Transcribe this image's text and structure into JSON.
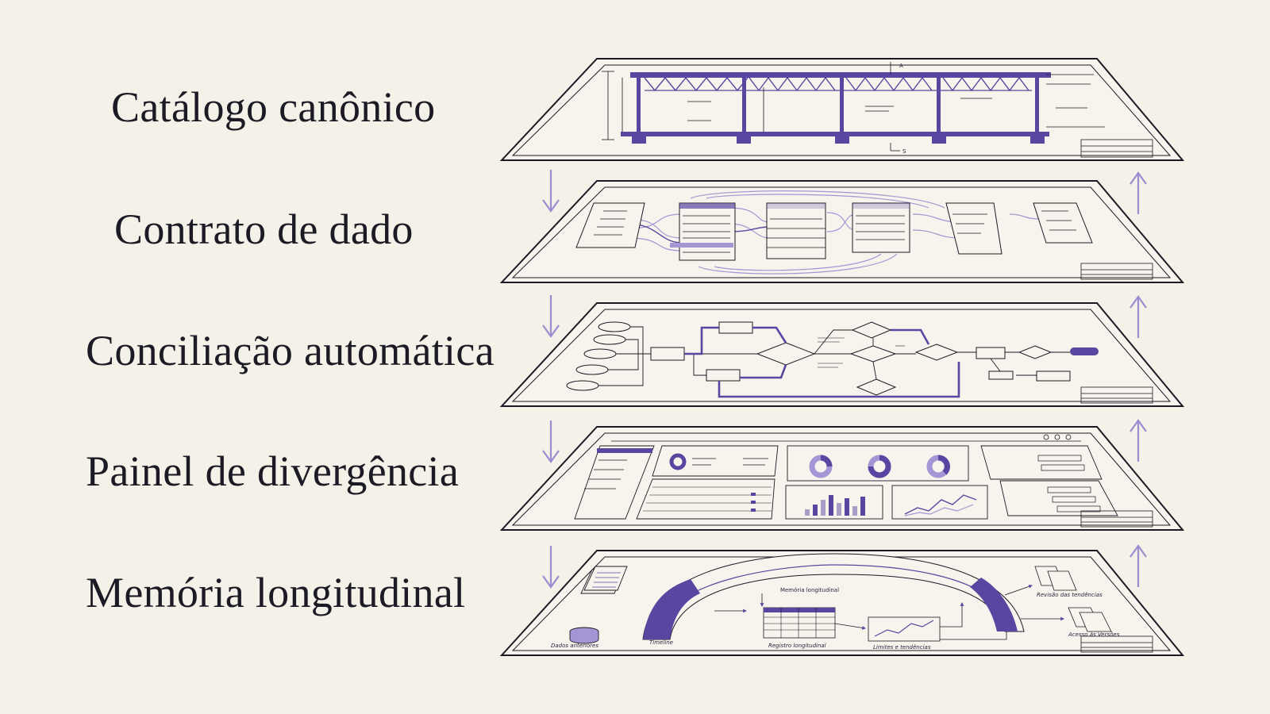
{
  "layers": [
    {
      "label": "Catálogo canônico"
    },
    {
      "label": "Contrato de dado"
    },
    {
      "label": "Conciliação automática"
    },
    {
      "label": "Painel de divergência"
    },
    {
      "label": "Memória longitudinal"
    }
  ],
  "drawing_annotations": {
    "section_top": "A",
    "section_bottom": "S",
    "memory_arc": "Memória longitudinal",
    "memory_items": [
      "Timeline",
      "Registro longitudinal",
      "Limites e tendências",
      "Dados anteriores",
      "Revisão das tendências",
      "Acesso às Versões"
    ]
  },
  "colors": {
    "background": "#f3f1e8",
    "ink": "#1c1a24",
    "accent": "#5a46a0",
    "accent_light": "#a595d4",
    "arrow": "#9c8cd0"
  }
}
